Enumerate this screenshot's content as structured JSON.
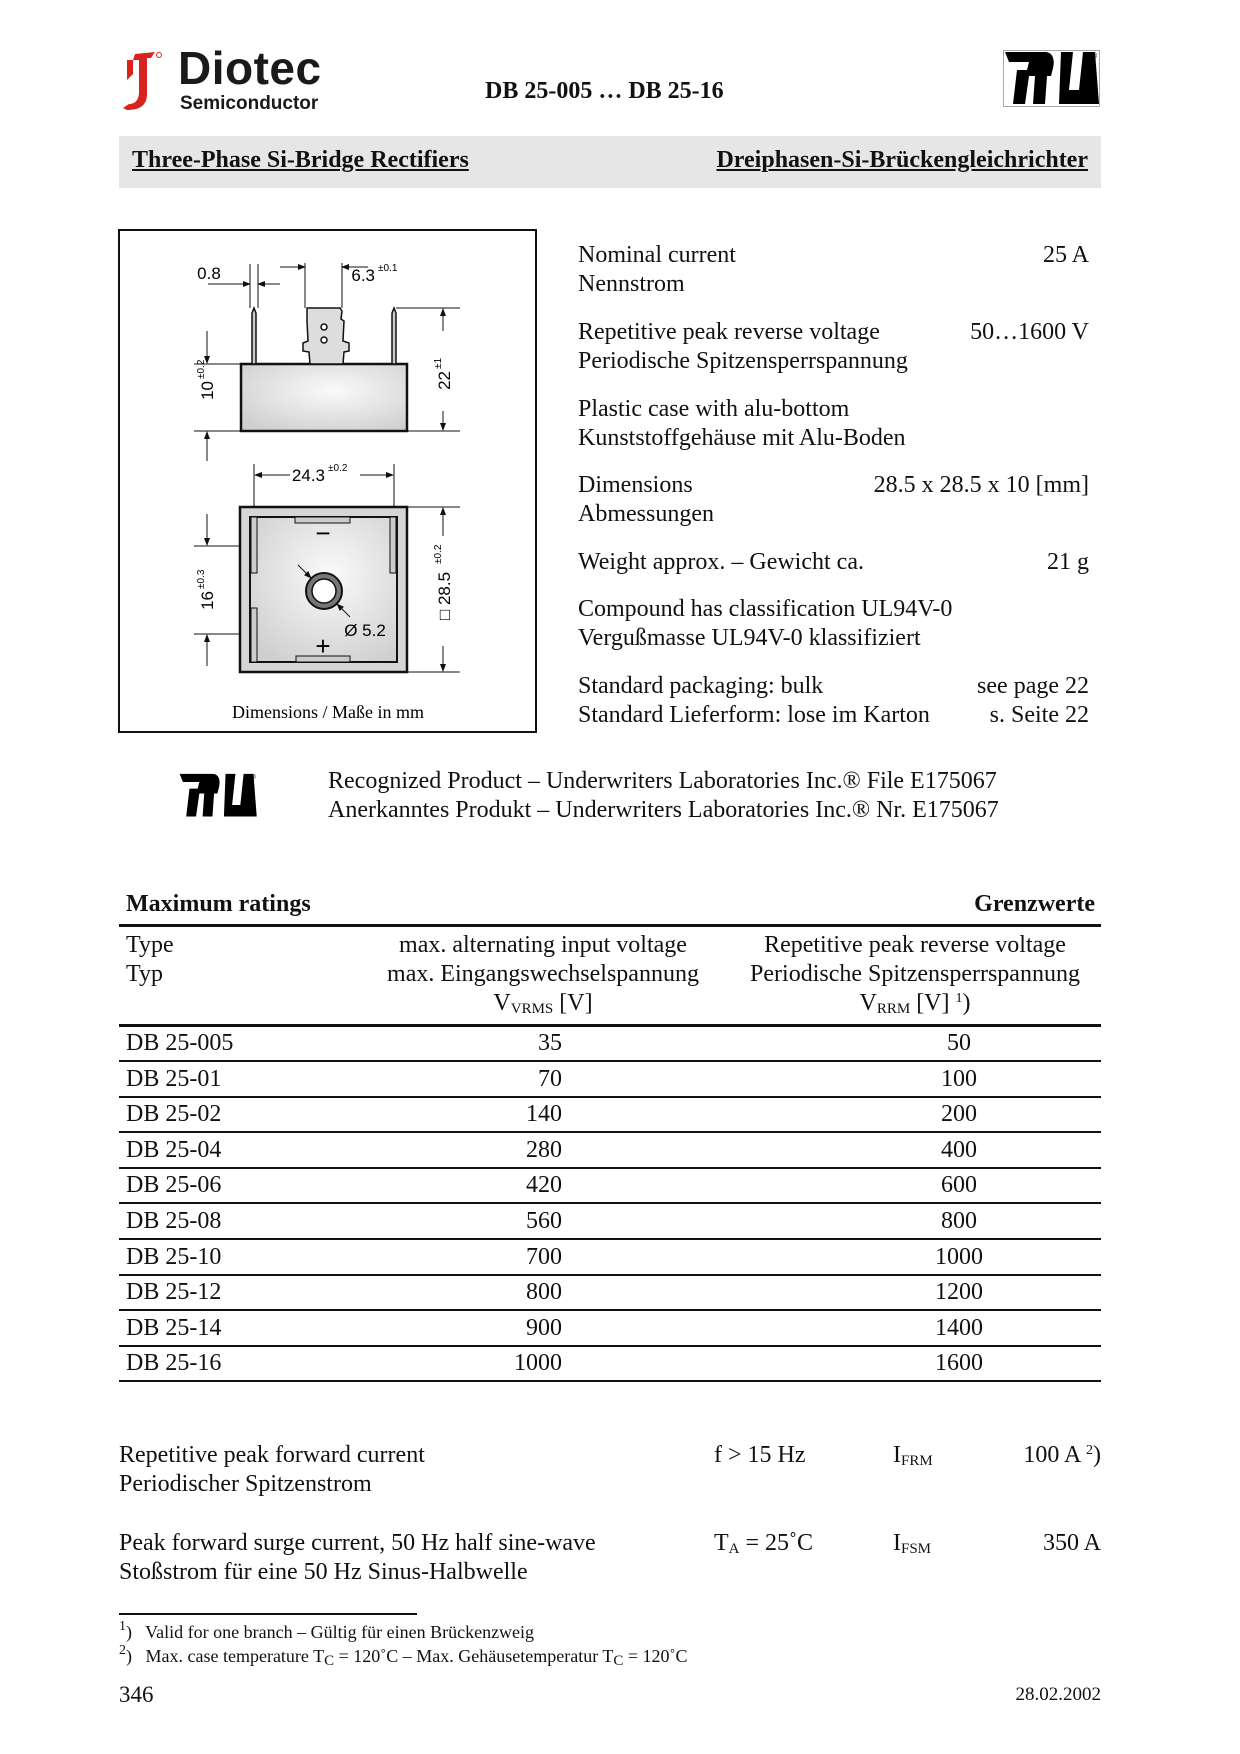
{
  "header": {
    "brand_name": "Diotec",
    "brand_sub": "Semiconductor",
    "title": "DB 25-005 … DB 25-16",
    "ul_logo": "ul-recognized-logo"
  },
  "banner": {
    "title_en": "Three-Phase Si-Bridge Rectifiers",
    "title_de": "Dreiphasen-Si-Brückengleichrichter"
  },
  "drawing": {
    "dim_pin": "0.8",
    "dim_tab": "6.3",
    "dim_tab_tol": "±0.1",
    "dim_height": "22",
    "dim_height_tol": "±1",
    "dim_body": "10",
    "dim_body_tol": "±0.2",
    "dim_pitch": "24.3",
    "dim_pitch_tol": "±0.2",
    "dim_square": "□ 28.5",
    "dim_square_tol": "±0.2",
    "dim_16": "16",
    "dim_16_tol": "±0.3",
    "dim_hole": "Ø 5.2",
    "minus": "−",
    "plus": "+",
    "caption": "Dimensions / Maße in mm"
  },
  "specs": [
    {
      "en": "Nominal current",
      "de": "Nennstrom",
      "value": "25 A"
    },
    {
      "en": "Repetitive peak reverse voltage",
      "de": "Periodische Spitzensperrspannung",
      "value": "50…1600 V"
    },
    {
      "en": "Plastic case with alu-bottom",
      "de": "Kunststoffgehäuse mit Alu-Boden",
      "value": ""
    },
    {
      "en": "Dimensions",
      "de": "Abmessungen",
      "value": "28.5 x 28.5 x 10 [mm]"
    },
    {
      "en": "Weight approx. – Gewicht ca.",
      "de": "",
      "value": "21 g"
    },
    {
      "en": "Compound has classification UL94V-0",
      "de": "Vergußmasse UL94V-0 klassifiziert",
      "value": ""
    },
    {
      "en": "Standard packaging: bulk",
      "de": "Standard Lieferform: lose im Karton",
      "value": "see page 22",
      "value2": "s. Seite 22"
    }
  ],
  "ul": {
    "line_en": "Recognized Product – Underwriters Laboratories Inc.® File E175067",
    "line_de": "Anerkanntes Produkt – Underwriters Laboratories Inc.® Nr. E175067"
  },
  "ratings": {
    "title_en": "Maximum ratings",
    "title_de": "Grenzwerte",
    "col1_en": "Type",
    "col1_de": "Typ",
    "col2_en": "max. alternating input voltage",
    "col2_de": "max. Eingangswechselspannung",
    "col2_sym": "V",
    "col2_sub": "VRMS",
    "col2_unit": " [V]",
    "col3_en": "Repetitive peak reverse voltage",
    "col3_de": "Periodische Spitzensperrspannung",
    "col3_sym": "V",
    "col3_sub": "RRM",
    "col3_unit": " [V] ",
    "col3_note": "1",
    "col3_note_paren": ")",
    "rows": [
      [
        "DB 25-005",
        "35",
        "50"
      ],
      [
        "DB 25-01",
        "70",
        "100"
      ],
      [
        "DB 25-02",
        "140",
        "200"
      ],
      [
        "DB 25-04",
        "280",
        "400"
      ],
      [
        "DB 25-06",
        "420",
        "600"
      ],
      [
        "DB 25-08",
        "560",
        "800"
      ],
      [
        "DB 25-10",
        "700",
        "1000"
      ],
      [
        "DB 25-12",
        "800",
        "1200"
      ],
      [
        "DB 25-14",
        "900",
        "1400"
      ],
      [
        "DB 25-16",
        "1000",
        "1600"
      ]
    ]
  },
  "params": [
    {
      "en": "Repetitive peak forward current",
      "de": "Periodischer Spitzenstrom",
      "cond": "f > 15 Hz",
      "cond_sub": "",
      "cond_rest": "",
      "sym": "I",
      "sym_sub": "FRM",
      "value": "100 A ",
      "note": "2",
      "note_paren": ")"
    },
    {
      "en": "Peak forward surge current, 50 Hz half sine-wave",
      "de": "Stoßstrom für eine 50 Hz Sinus-Halbwelle",
      "cond": "T",
      "cond_sub": "A",
      "cond_rest": " = 25˚C",
      "sym": "I",
      "sym_sub": "FSM",
      "value": "350 A",
      "note": "",
      "note_paren": ""
    }
  ],
  "footnotes": [
    {
      "mark": "1",
      "text": "Valid for one branch – Gültig für einen Brückenzweig"
    },
    {
      "mark": "2",
      "text_a": "Max. case temperature T",
      "sub_a": "C",
      "text_b": " = 120˚C – Max. Gehäusetemperatur T",
      "sub_b": "C",
      "text_c": " = 120˚C"
    }
  ],
  "footer": {
    "page": "346",
    "date": "28.02.2002"
  },
  "colors": {
    "brand_red": "#d8241c",
    "banner_gray": "#e6e6e6"
  }
}
